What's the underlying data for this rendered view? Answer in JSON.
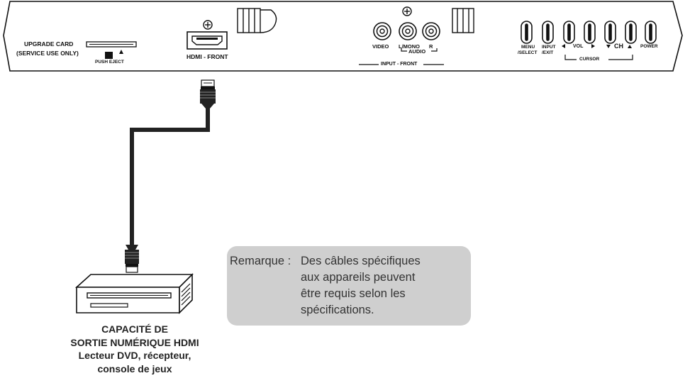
{
  "panel": {
    "upgrade_card": "UPGRADE  CARD",
    "service_use": "(SERVICE USE ONLY)",
    "push_eject": "PUSH EJECT",
    "hdmi_front": "HDMI - FRONT",
    "video": "VIDEO",
    "l_mono": "L/MONO",
    "r": "R",
    "audio": "AUDIO",
    "input_front": "INPUT - FRONT",
    "menu": "MENU",
    "select": "/SELECT",
    "input": "INPUT",
    "exit": "/EXIT",
    "vol": "VOL",
    "ch": "CH",
    "power": "POWER",
    "cursor": "CURSOR"
  },
  "note": {
    "prefix": "Remarque :",
    "lines": [
      "Des câbles spécifiques",
      "aux appareils peuvent",
      "être requis selon les",
      "spécifications."
    ]
  },
  "device": {
    "lines": [
      "CAPACITÉ DE",
      "SORTIE NUMÉRIQUE HDMI",
      "Lecteur DVD, récepteur,",
      "console de jeux"
    ]
  }
}
